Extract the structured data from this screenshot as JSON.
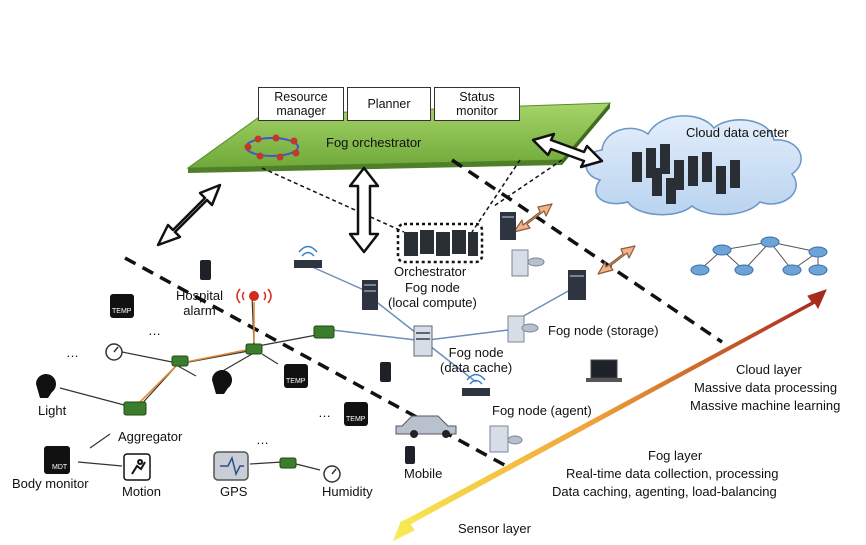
{
  "orchestrator_panel": {
    "modules": [
      "Resource\nmanager",
      "Planner",
      "Status\nmonitor"
    ],
    "label": "Fog orchestrator"
  },
  "cloud": {
    "label": "Cloud data center"
  },
  "nodes": {
    "orchestrator": "Orchestrator",
    "local_compute": "Fog node\n(local compute)",
    "storage": "Fog node (storage)",
    "data_cache": "Fog node\n(data cache)",
    "agent": "Fog node (agent)"
  },
  "sensors": {
    "hospital_alarm": "Hospital\nalarm",
    "light": "Light",
    "aggregator": "Aggregator",
    "body_monitor": "Body monitor",
    "motion": "Motion",
    "gps": "GPS",
    "humidity": "Humidity",
    "mobile": "Mobile",
    "ellipsis": "…"
  },
  "layers": {
    "cloud": {
      "title": "Cloud layer",
      "lines": [
        "Massive data processing",
        "Massive machine learning"
      ]
    },
    "fog": {
      "title": "Fog layer",
      "lines": [
        "Real-time data collection, processing",
        "Data caching, agenting, load-balancing"
      ]
    },
    "sensor": {
      "title": "Sensor layer"
    }
  },
  "icon_text": {
    "temp": "TEMP",
    "mdt": "MDT"
  },
  "colors": {
    "fog_green": "#8cc34a",
    "cloud_blue": "#cfe3f7",
    "arrow_red": "#a3241c",
    "arrow_yellow": "#f6e24a",
    "link_orange": "#e08a3c"
  }
}
